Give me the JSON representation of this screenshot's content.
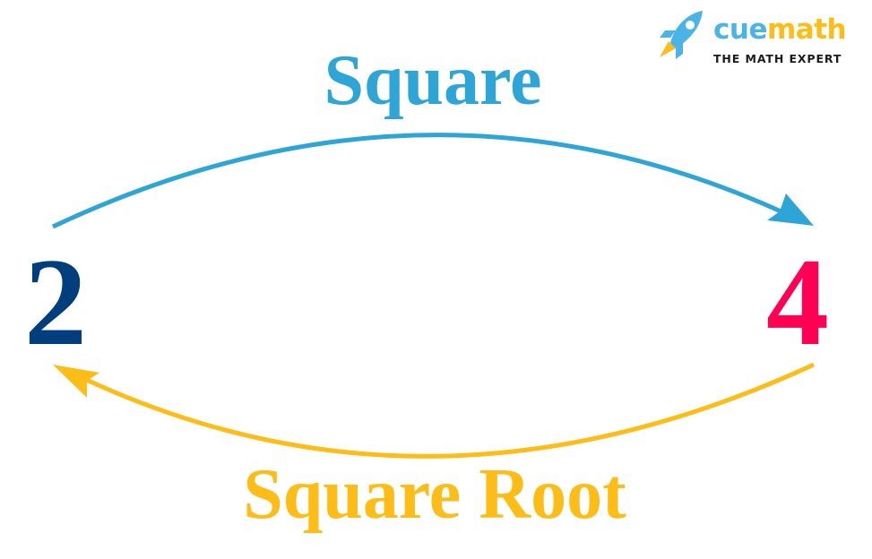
{
  "brand": {
    "name_part1": "cue",
    "name_part2": "math",
    "tagline": "THE MATH EXPERT",
    "colors": {
      "primary_blue": "#4bb4e6",
      "accent_yellow": "#fdbd16",
      "tagline": "#1c1c1c"
    }
  },
  "diagram": {
    "left_value": "2",
    "right_value": "4",
    "top_label": "Square",
    "bottom_label": "Square Root",
    "colors": {
      "left_value": "#013e7d",
      "right_value": "#ff0055",
      "top_arrow": "#2ea5d7",
      "bottom_arrow": "#fdbd16"
    },
    "arrows": [
      {
        "from": "2",
        "to": "4",
        "label": "Square",
        "direction": "left-to-right",
        "position": "top"
      },
      {
        "from": "4",
        "to": "2",
        "label": "Square Root",
        "direction": "right-to-left",
        "position": "bottom"
      }
    ]
  }
}
